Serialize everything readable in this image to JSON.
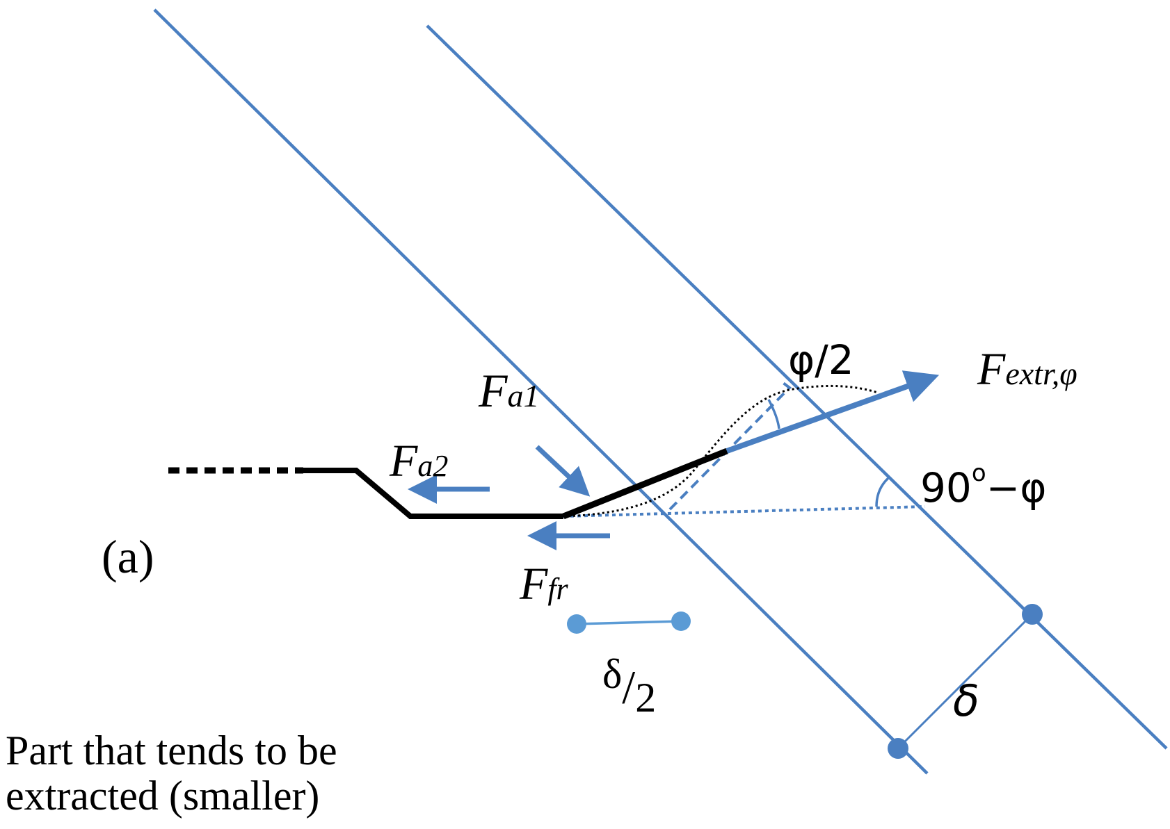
{
  "panel_label": "(a)",
  "forces": {
    "fa1": {
      "main": "F",
      "sub": "a1"
    },
    "fa2": {
      "main": "F",
      "sub": "a2"
    },
    "ffr": {
      "main": "F",
      "sub": "fr"
    },
    "fextr": {
      "main": "F",
      "sub": "extr,φ"
    }
  },
  "angles": {
    "half_phi": "φ/2",
    "complement": "90",
    "degree": "o",
    "complement_suffix": "−φ"
  },
  "dimensions": {
    "delta_half_num": "δ",
    "delta_half_slash": "/",
    "delta_half_den": "2",
    "delta": "δ"
  },
  "caption": {
    "line1": "Part that tends to be",
    "line2": "extracted (smaller)"
  },
  "colors": {
    "line_blue": "#4a7fc1",
    "light_blue": "#5b9bd5",
    "black": "#000000"
  }
}
